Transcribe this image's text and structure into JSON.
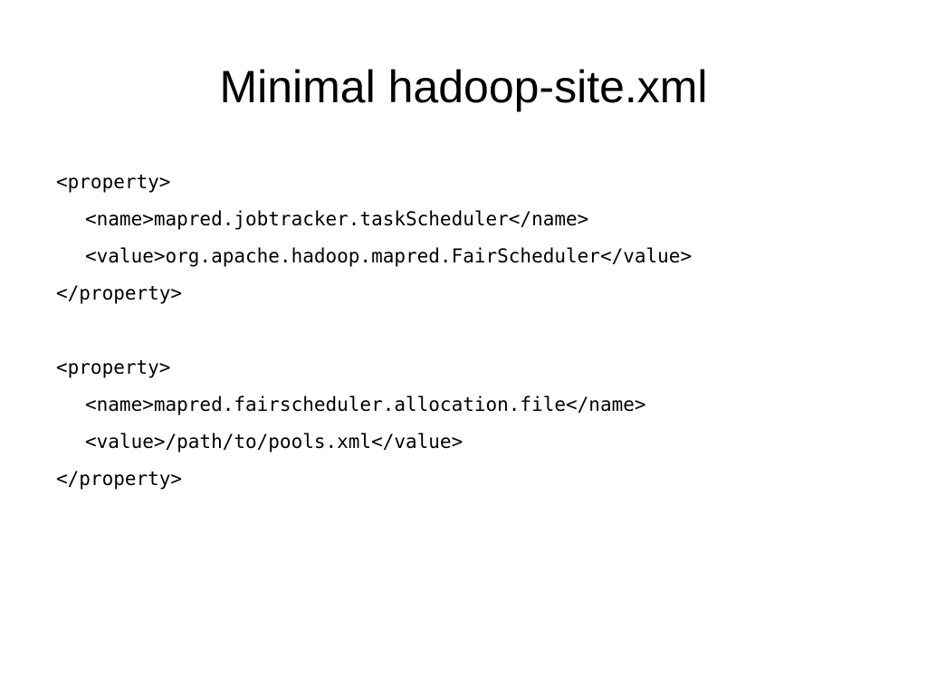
{
  "slide": {
    "title": "Minimal hadoop-site.xml",
    "code_lines": [
      {
        "text": "<property>",
        "indent": false
      },
      {
        "text": "<name>mapred.jobtracker.taskScheduler</name>",
        "indent": true
      },
      {
        "text": "<value>org.apache.hadoop.mapred.FairScheduler</value>",
        "indent": true
      },
      {
        "text": "</property>",
        "indent": false
      },
      {
        "text": "",
        "indent": false
      },
      {
        "text": "<property>",
        "indent": false
      },
      {
        "text": "<name>mapred.fairscheduler.allocation.file</name>",
        "indent": true
      },
      {
        "text": "<value>/path/to/pools.xml</value>",
        "indent": true
      },
      {
        "text": "</property>",
        "indent": false
      }
    ]
  }
}
